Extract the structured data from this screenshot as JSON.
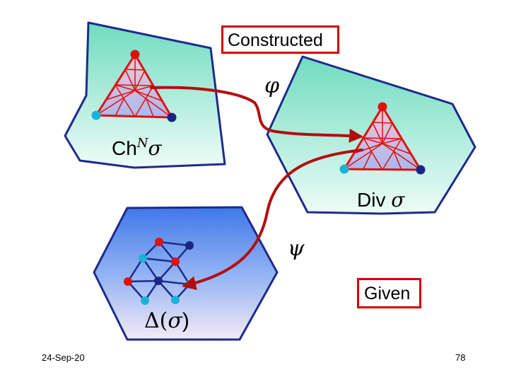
{
  "labels": {
    "constructed": "Constructed",
    "given": "Given",
    "phi": "φ",
    "psi": "ψ",
    "ch_prefix": "Ch",
    "ch_superscript": "N",
    "sigma": "σ",
    "div_prefix": "Div ",
    "delta_open": "Δ(",
    "delta_close": ")"
  },
  "footer": {
    "date": "24-Sep-20",
    "page": "78"
  },
  "colors": {
    "accent_red": "#d40000",
    "region_outline": "#1f2a8a",
    "vertex_red": "#e01010",
    "vertex_cyan": "#19b3d8",
    "vertex_navy": "#1c2680",
    "arrow": "#b30d0d"
  }
}
